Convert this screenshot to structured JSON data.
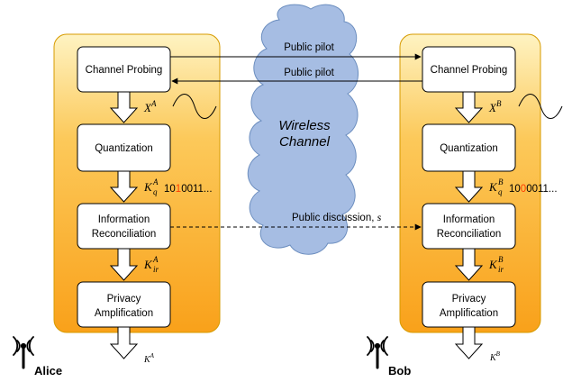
{
  "blocks": {
    "channel_probing": "Channel Probing",
    "quantization": "Quantization",
    "info_recon_line1": "Information",
    "info_recon_line2": "Reconciliation",
    "privacy_line1": "Privacy",
    "privacy_line2": "Amplification"
  },
  "channel": {
    "line1": "Wireless",
    "line2": "Channel"
  },
  "messages": {
    "pilot_to_bob": "Public pilot",
    "pilot_to_alice": "Public pilot",
    "discussion": "Public discussion, ",
    "discussion_var": "s"
  },
  "alice": {
    "name": "Alice",
    "x": {
      "base": "X",
      "sup": "A"
    },
    "kq": {
      "base": "K",
      "sub": "q",
      "sup": "A"
    },
    "kir": {
      "base": "K",
      "sub": "ir",
      "sup": "A"
    },
    "k": {
      "base": "K",
      "sup": "A"
    },
    "bits_pre": "10",
    "bits_highlight": "1",
    "bits_post": "0011..."
  },
  "bob": {
    "name": "Bob",
    "x": {
      "base": "X",
      "sup": "B"
    },
    "kq": {
      "base": "K",
      "sub": "q",
      "sup": "B"
    },
    "kir": {
      "base": "K",
      "sub": "ir",
      "sup": "B"
    },
    "k": {
      "base": "K",
      "sup": "B"
    },
    "bits_pre": "10",
    "bits_highlight": "0",
    "bits_post": "0011..."
  },
  "colors": {
    "panel_top": "#fef3c2",
    "panel_bottom": "#f9a61f",
    "panel_border": "#d79b00",
    "cloud_fill": "#a6bde3",
    "cloud_stroke": "#6c8ebf",
    "bit_highlight": "#ff3c00"
  }
}
